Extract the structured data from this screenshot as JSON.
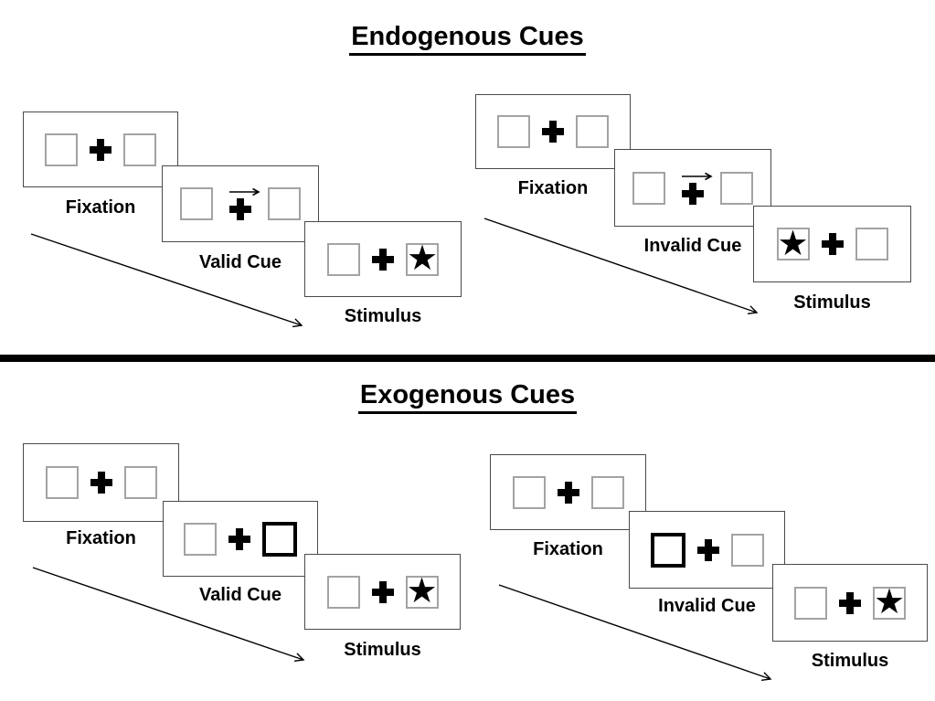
{
  "diagram": {
    "glyphs": {
      "star": "★"
    },
    "colors": {
      "ink": "#000000",
      "panel_border": "#4a4a4a",
      "square_border": "#a3a3a3",
      "background": "#ffffff"
    },
    "sections": [
      {
        "title": "Endogenous Cues",
        "groups": [
          {
            "name": "valid",
            "panels": [
              {
                "label": "Fixation",
                "type": "fixation",
                "left": "empty",
                "right": "empty"
              },
              {
                "label": "Valid Cue",
                "type": "cue",
                "cue": "arrow-right",
                "left": "empty",
                "right": "empty"
              },
              {
                "label": "Stimulus",
                "type": "stimulus",
                "left": "empty",
                "right": "star"
              }
            ]
          },
          {
            "name": "invalid",
            "panels": [
              {
                "label": "Fixation",
                "type": "fixation",
                "left": "empty",
                "right": "empty"
              },
              {
                "label": "Invalid Cue",
                "type": "cue",
                "cue": "arrow-right",
                "left": "empty",
                "right": "empty"
              },
              {
                "label": "Stimulus",
                "type": "stimulus",
                "left": "star",
                "right": "empty"
              }
            ]
          }
        ]
      },
      {
        "title": "Exogenous Cues",
        "groups": [
          {
            "name": "valid",
            "panels": [
              {
                "label": "Fixation",
                "type": "fixation",
                "left": "empty",
                "right": "empty"
              },
              {
                "label": "Valid Cue",
                "type": "cue",
                "cue": "highlight-right",
                "left": "empty",
                "right": "highlight"
              },
              {
                "label": "Stimulus",
                "type": "stimulus",
                "left": "empty",
                "right": "star"
              }
            ]
          },
          {
            "name": "invalid",
            "panels": [
              {
                "label": "Fixation",
                "type": "fixation",
                "left": "empty",
                "right": "empty"
              },
              {
                "label": "Invalid Cue",
                "type": "cue",
                "cue": "highlight-left",
                "left": "highlight",
                "right": "empty"
              },
              {
                "label": "Stimulus",
                "type": "stimulus",
                "left": "empty",
                "right": "star"
              }
            ]
          }
        ]
      }
    ]
  }
}
